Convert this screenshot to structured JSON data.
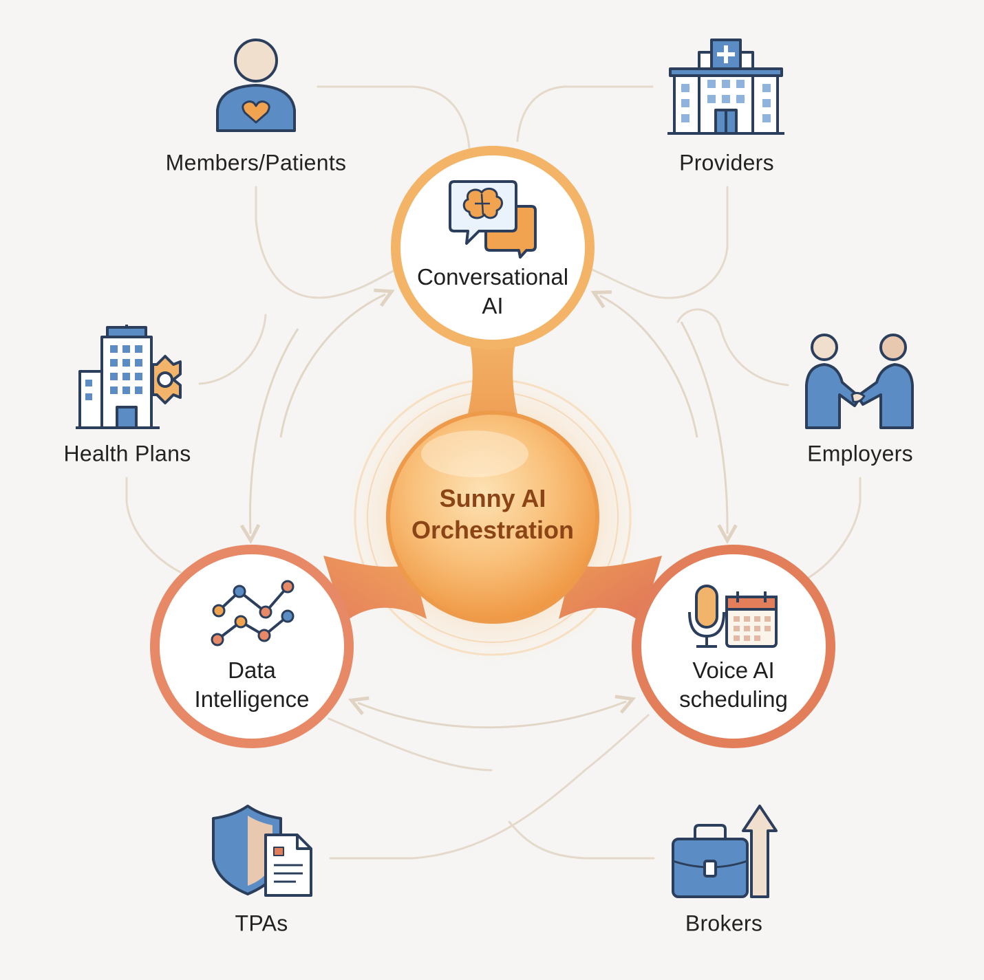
{
  "center": {
    "line1": "Sunny AI",
    "line2": "Orchestration"
  },
  "nodes": {
    "conversational": {
      "line1": "Conversational",
      "line2": "AI"
    },
    "data": {
      "line1": "Data",
      "line2": "Intelligence"
    },
    "voice": {
      "line1": "Voice AI",
      "line2": "scheduling"
    }
  },
  "stakeholders": {
    "members": "Members/Patients",
    "providers": "Providers",
    "health_plans": "Health Plans",
    "employers": "Employers",
    "tpas": "TPAs",
    "brokers": "Brokers"
  },
  "colors": {
    "background": "#f6f5f3",
    "accent_orange": "#f0a44e",
    "accent_coral": "#e27f5a",
    "icon_blue": "#5b8dc4",
    "icon_outline": "#2b3f5c",
    "connector": "#e2d6c6"
  }
}
